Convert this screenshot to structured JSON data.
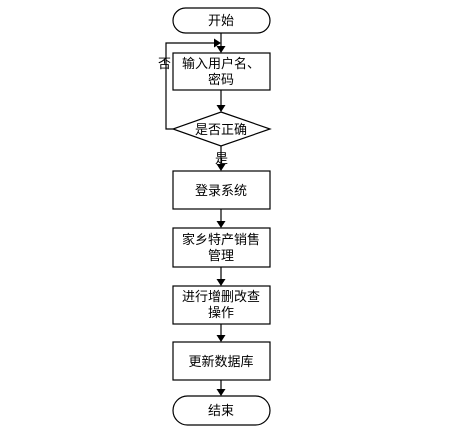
{
  "diagram": {
    "type": "flowchart",
    "nodes": {
      "start": {
        "shape": "terminator",
        "lines": [
          "开始"
        ]
      },
      "input": {
        "shape": "process",
        "lines": [
          "输入用户名、",
          "密码"
        ]
      },
      "check": {
        "shape": "decision",
        "lines": [
          "是否正确"
        ]
      },
      "login": {
        "shape": "process",
        "lines": [
          "登录系统"
        ]
      },
      "sales": {
        "shape": "process",
        "lines": [
          "家乡特产销售",
          "管理"
        ]
      },
      "crud": {
        "shape": "process",
        "lines": [
          "进行增删改查",
          "操作"
        ]
      },
      "update": {
        "shape": "process",
        "lines": [
          "更新数据库"
        ]
      },
      "end": {
        "shape": "terminator",
        "lines": [
          "结束"
        ]
      }
    },
    "edges": [
      {
        "from": "start",
        "to": "input",
        "label": ""
      },
      {
        "from": "input",
        "to": "check",
        "label": ""
      },
      {
        "from": "check",
        "to": "input",
        "label": "否"
      },
      {
        "from": "check",
        "to": "login",
        "label": "是"
      },
      {
        "from": "login",
        "to": "sales",
        "label": ""
      },
      {
        "from": "sales",
        "to": "crud",
        "label": ""
      },
      {
        "from": "crud",
        "to": "update",
        "label": ""
      },
      {
        "from": "update",
        "to": "end",
        "label": ""
      }
    ]
  }
}
